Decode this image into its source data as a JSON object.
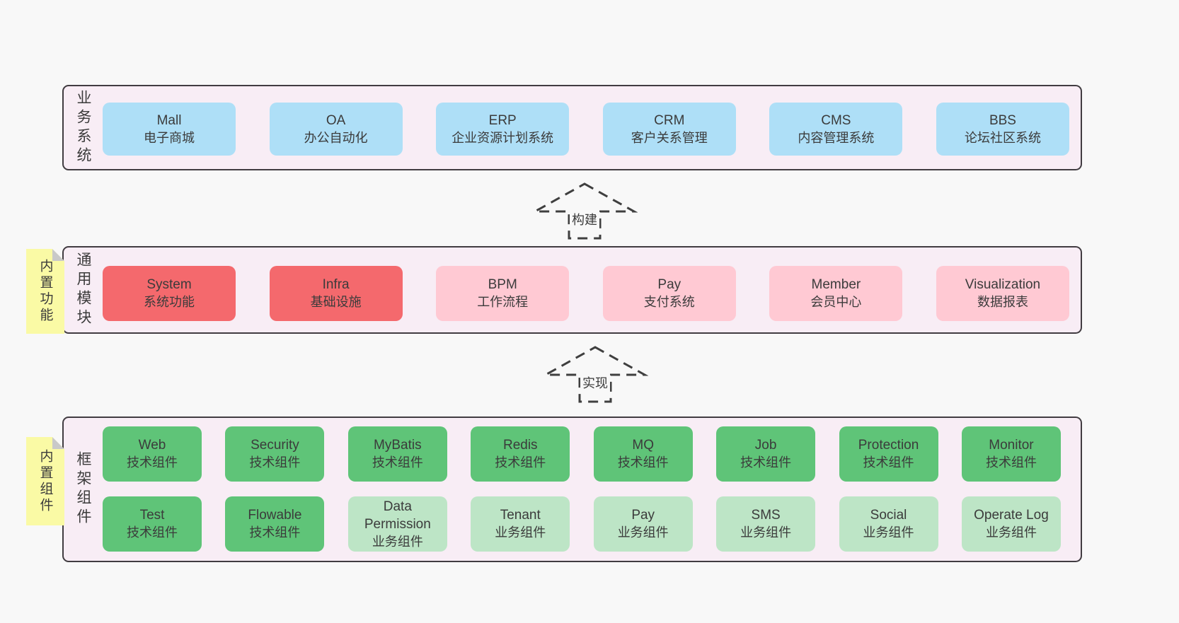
{
  "colors": {
    "page_bg": "#f8f8f8",
    "panel_bg": "#f8edf5",
    "panel_border": "#413c41",
    "blue_box": "#aedff7",
    "red_box": "#f4696d",
    "pink_box": "#ffc9d3",
    "green_box": "#5fc478",
    "light_green_box": "#bde5c6",
    "sticky_note": "#fafaa5",
    "fold_corner": "#c9c9c9",
    "text": "#3b3b3b"
  },
  "arrows": [
    {
      "label": "构建"
    },
    {
      "label": "实现"
    }
  ],
  "sections": {
    "business": {
      "label": "业务系统",
      "boxes": [
        {
          "name": "Mall",
          "desc": "电子商城"
        },
        {
          "name": "OA",
          "desc": "办公自动化"
        },
        {
          "name": "ERP",
          "desc": "企业资源计划系统"
        },
        {
          "name": "CRM",
          "desc": "客户关系管理"
        },
        {
          "name": "CMS",
          "desc": "内容管理系统"
        },
        {
          "name": "BBS",
          "desc": "论坛社区系统"
        }
      ]
    },
    "modules": {
      "label": "通用模块",
      "tab": "内置功能",
      "boxes": [
        {
          "name": "System",
          "desc": "系统功能"
        },
        {
          "name": "Infra",
          "desc": "基础设施"
        },
        {
          "name": "BPM",
          "desc": "工作流程"
        },
        {
          "name": "Pay",
          "desc": "支付系统"
        },
        {
          "name": "Member",
          "desc": "会员中心"
        },
        {
          "name": "Visualization",
          "desc": "数据报表"
        }
      ]
    },
    "framework": {
      "label": "框架组件",
      "tab": "内置组件",
      "row1": [
        {
          "name": "Web",
          "desc": "技术组件"
        },
        {
          "name": "Security",
          "desc": "技术组件"
        },
        {
          "name": "MyBatis",
          "desc": "技术组件"
        },
        {
          "name": "Redis",
          "desc": "技术组件"
        },
        {
          "name": "MQ",
          "desc": "技术组件"
        },
        {
          "name": "Job",
          "desc": "技术组件"
        },
        {
          "name": "Protection",
          "desc": "技术组件"
        },
        {
          "name": "Monitor",
          "desc": "技术组件"
        }
      ],
      "row2": [
        {
          "name": "Test",
          "desc": "技术组件"
        },
        {
          "name": "Flowable",
          "desc": "技术组件"
        },
        {
          "name": "Data Permission",
          "desc": "业务组件"
        },
        {
          "name": "Tenant",
          "desc": "业务组件"
        },
        {
          "name": "Pay",
          "desc": "业务组件"
        },
        {
          "name": "SMS",
          "desc": "业务组件"
        },
        {
          "name": "Social",
          "desc": "业务组件"
        },
        {
          "name": "Operate Log",
          "desc": "业务组件"
        }
      ]
    }
  }
}
